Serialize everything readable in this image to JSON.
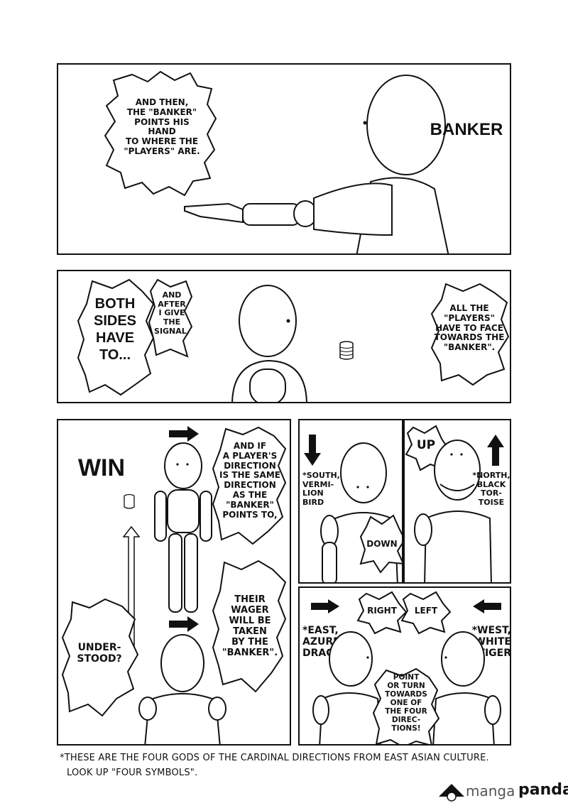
{
  "panel1": {
    "speech": "AND THEN,\nTHE \"BANKER\"\nPOINTS HIS HAND\nTO WHERE THE\n\"PLAYERS\" ARE.",
    "label": "BANKER"
  },
  "panel2": {
    "speech_left": "BOTH\nSIDES\nHAVE\nTO...",
    "speech_small": "AND\nAFTER\nI GIVE\nTHE\nSIGNAL,",
    "speech_right": "ALL THE\n\"PLAYERS\"\nHAVE TO FACE\nTOWARDS THE\n\"BANKER\"."
  },
  "panel3": {
    "win": "WIN",
    "speech_top": "AND IF\nA PLAYER'S\nDIRECTION\nIS THE SAME\nDIRECTION\nAS THE\n\"BANKER\"\nPOINTS TO,",
    "speech_bottom": "THEIR\nWAGER\nWILL BE\nTAKEN\nBY THE\n\"BANKER\".",
    "speech_left": "UNDER-\nSTOOD?"
  },
  "panel4": {
    "south": "*SOUTH,\nVERMI-\nLION\nBIRD",
    "down": "DOWN"
  },
  "panel5": {
    "up": "UP",
    "north": "*NORTH,\nBLACK\nTOR-\nTOISE"
  },
  "panel6": {
    "right": "RIGHT",
    "left": "LEFT",
    "east": "*EAST,\nAZURE\nDRAGON",
    "west": "*WEST,\nWHITE\nTIGER",
    "point": "POINT\nOR TURN\nTOWARDS\nONE OF\nTHE FOUR\nDIREC-\nTIONS!"
  },
  "footnote": {
    "line1": "*THESE ARE THE FOUR GODS OF THE CARDINAL DIRECTIONS FROM EAST ASIAN CULTURE.",
    "line2": "LOOK UP \"FOUR SYMBOLS\"."
  },
  "watermark": {
    "manga": "manga",
    "panda": "panda"
  }
}
